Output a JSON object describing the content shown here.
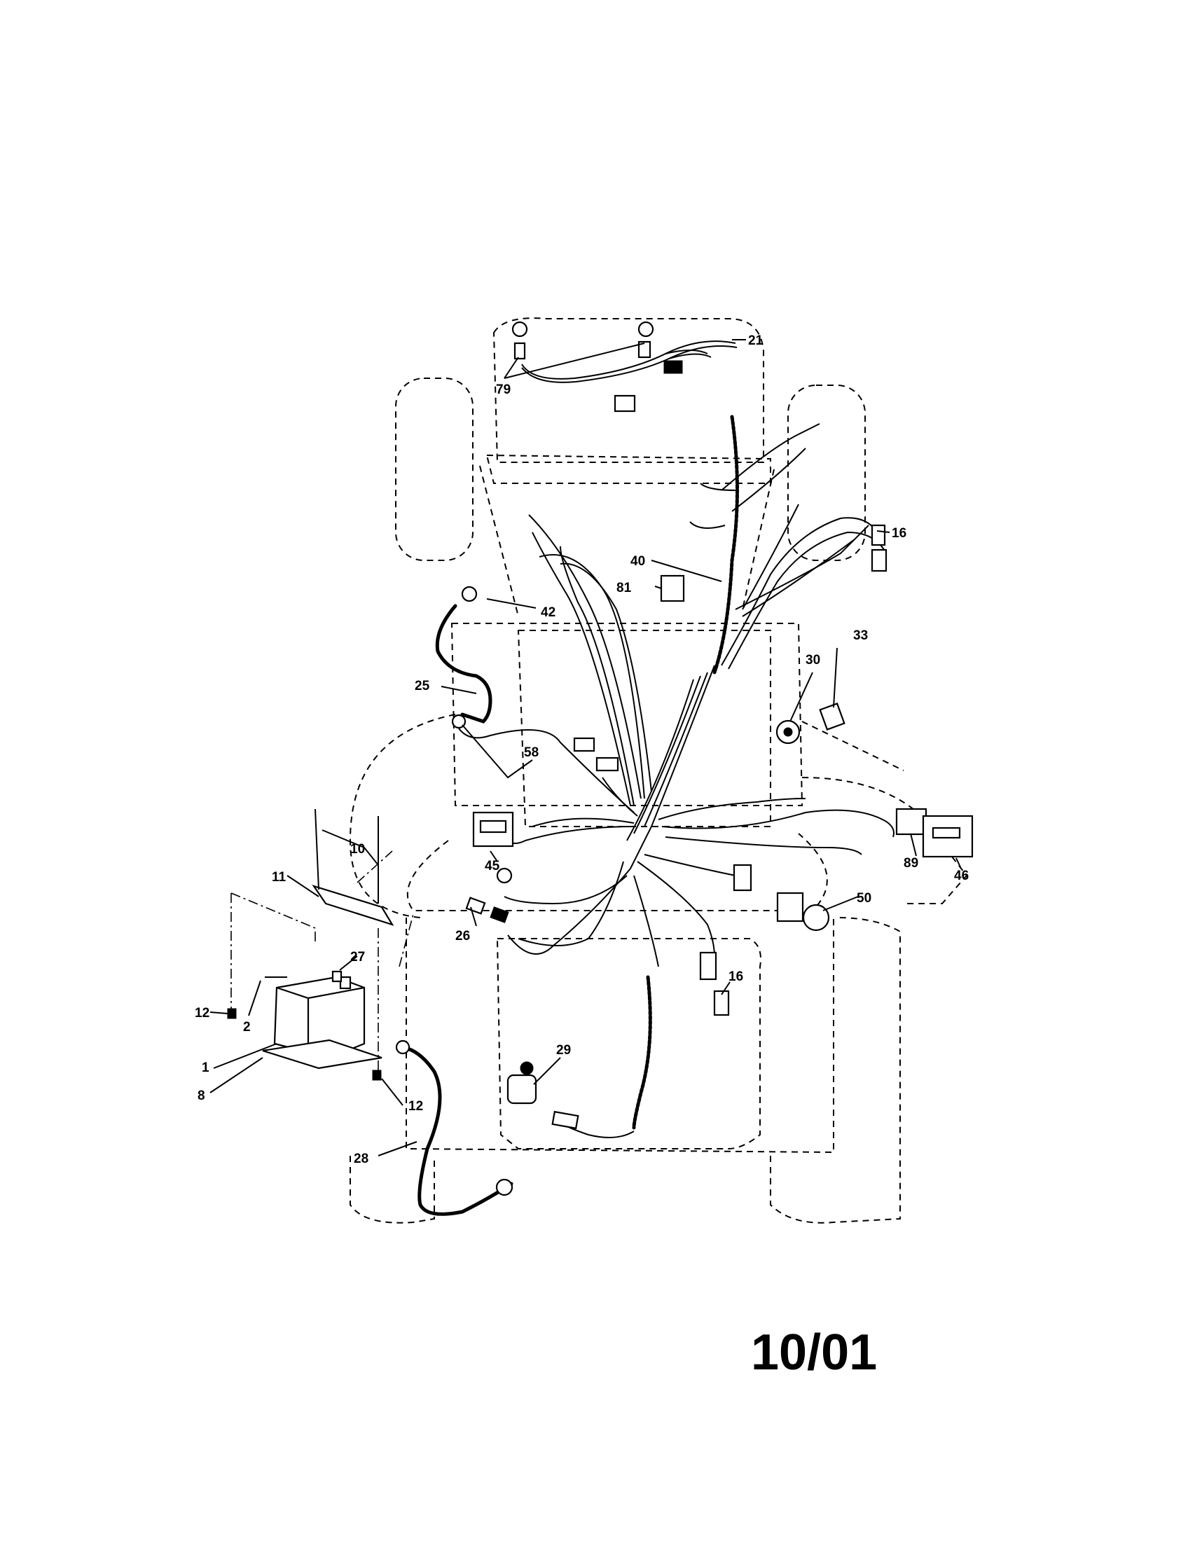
{
  "callouts": [
    {
      "id": "c21",
      "text": "21"
    },
    {
      "id": "c79",
      "text": "79"
    },
    {
      "id": "c16a",
      "text": "16"
    },
    {
      "id": "c40",
      "text": "40"
    },
    {
      "id": "c81",
      "text": "81"
    },
    {
      "id": "c42",
      "text": "42"
    },
    {
      "id": "c33",
      "text": "33"
    },
    {
      "id": "c30",
      "text": "30"
    },
    {
      "id": "c25",
      "text": "25"
    },
    {
      "id": "c58",
      "text": "58"
    },
    {
      "id": "c10",
      "text": "10"
    },
    {
      "id": "c11",
      "text": "11"
    },
    {
      "id": "c45",
      "text": "45"
    },
    {
      "id": "c89",
      "text": "89"
    },
    {
      "id": "c46",
      "text": "46"
    },
    {
      "id": "c50",
      "text": "50"
    },
    {
      "id": "c26",
      "text": "26"
    },
    {
      "id": "c27",
      "text": "27"
    },
    {
      "id": "c16b",
      "text": "16"
    },
    {
      "id": "c12a",
      "text": "12"
    },
    {
      "id": "c2",
      "text": "2"
    },
    {
      "id": "c1",
      "text": "1"
    },
    {
      "id": "c29",
      "text": "29"
    },
    {
      "id": "c8",
      "text": "8"
    },
    {
      "id": "c12b",
      "text": "12"
    },
    {
      "id": "c28",
      "text": "28"
    }
  ],
  "date_code": "10/01"
}
